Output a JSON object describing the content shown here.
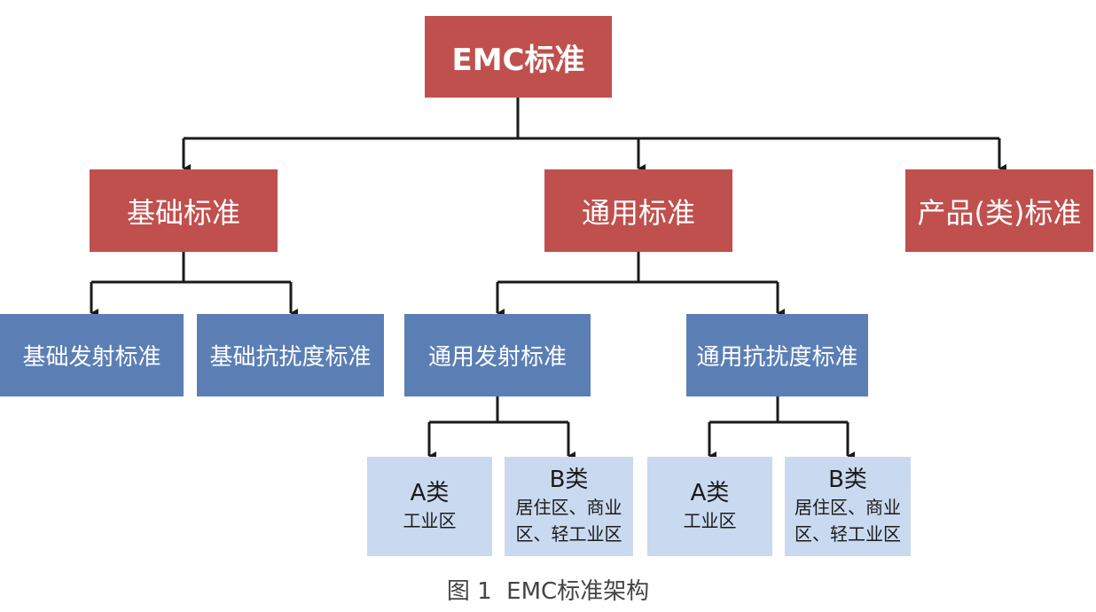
{
  "root": {
    "label": "EMC标准"
  },
  "level1": [
    {
      "label": "基础标准"
    },
    {
      "label": "通用标准"
    },
    {
      "label": "产品(类)标准"
    }
  ],
  "level2": [
    {
      "label": "基础发射标准"
    },
    {
      "label": "基础抗扰度标准"
    },
    {
      "label": "通用发射标准"
    },
    {
      "label": "通用抗扰度标准"
    }
  ],
  "level3": [
    {
      "title": "A类",
      "desc": "工业区"
    },
    {
      "title": "B类",
      "desc": "居住区、商业区、轻工业区"
    },
    {
      "title": "A类",
      "desc": "工业区"
    },
    {
      "title": "B类",
      "desc": "居住区、商业区、轻工业区"
    }
  ],
  "caption": "图 1  EMC标准架构",
  "colors": {
    "root_and_level1": "#c0504d",
    "level2": "#5b7fb5",
    "level3": "#c9d9ef",
    "connector": "#1a1a1a"
  }
}
